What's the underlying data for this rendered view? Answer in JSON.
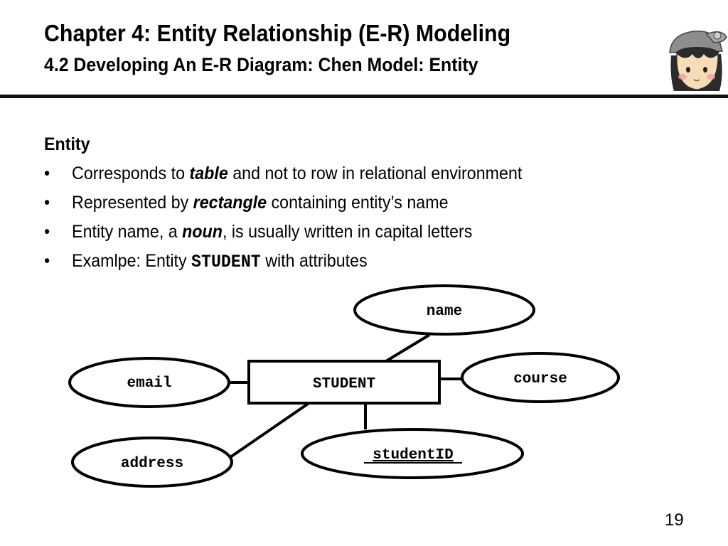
{
  "slide": {
    "title": "Chapter 4: Entity Relationship (E-R) Modeling",
    "subtitle": "4.2 Developing An E-R Diagram: Chen Model: Entity",
    "page_number": "19"
  },
  "content": {
    "heading": "Entity",
    "bullet_char": "•",
    "bullets": [
      {
        "before": "Corresponds to ",
        "emph": "table",
        "after": " and not to row in relational environment"
      },
      {
        "before": "Represented by ",
        "emph": "rectangle",
        "after": " containing entity’s name"
      },
      {
        "before": "Entity name, a ",
        "emph": "noun",
        "after": ", is usually written in capital letters"
      },
      {
        "before": "Examlpe: Entity ",
        "code": "STUDENT",
        "after": " with attributes"
      }
    ]
  },
  "diagram": {
    "entity": "STUDENT",
    "attributes": {
      "name": "name",
      "email": "email",
      "course": "course",
      "address": "address",
      "key": "studentID"
    }
  },
  "avatar": {
    "icon": "cartoon-girl-with-cap-icon"
  }
}
